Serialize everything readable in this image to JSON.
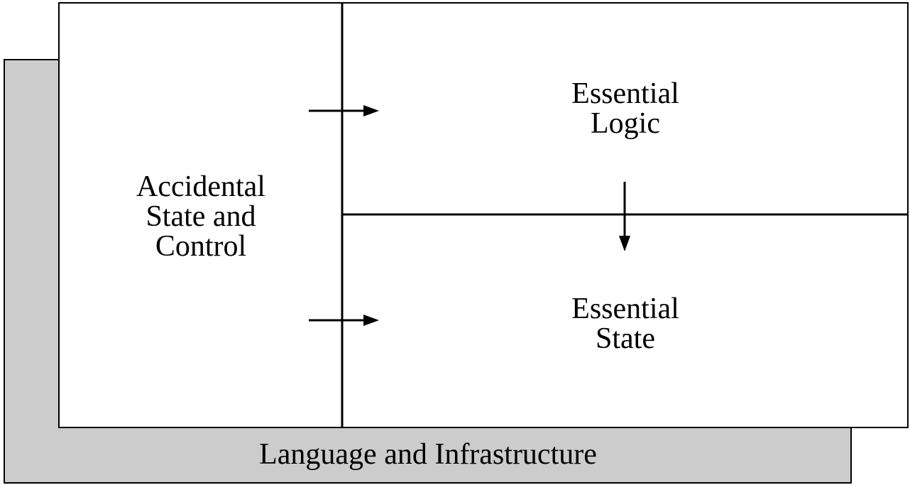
{
  "colors": {
    "infrastructure_fill": "#cccccc",
    "panel_fill": "#ffffff",
    "stroke": "#000000"
  },
  "infrastructure": {
    "label": "Language and Infrastructure"
  },
  "accidental": {
    "line1": "Accidental",
    "line2": "State and",
    "line3": "Control"
  },
  "essential_logic": {
    "line1": "Essential",
    "line2": "Logic"
  },
  "essential_state": {
    "line1": "Essential",
    "line2": "State"
  }
}
